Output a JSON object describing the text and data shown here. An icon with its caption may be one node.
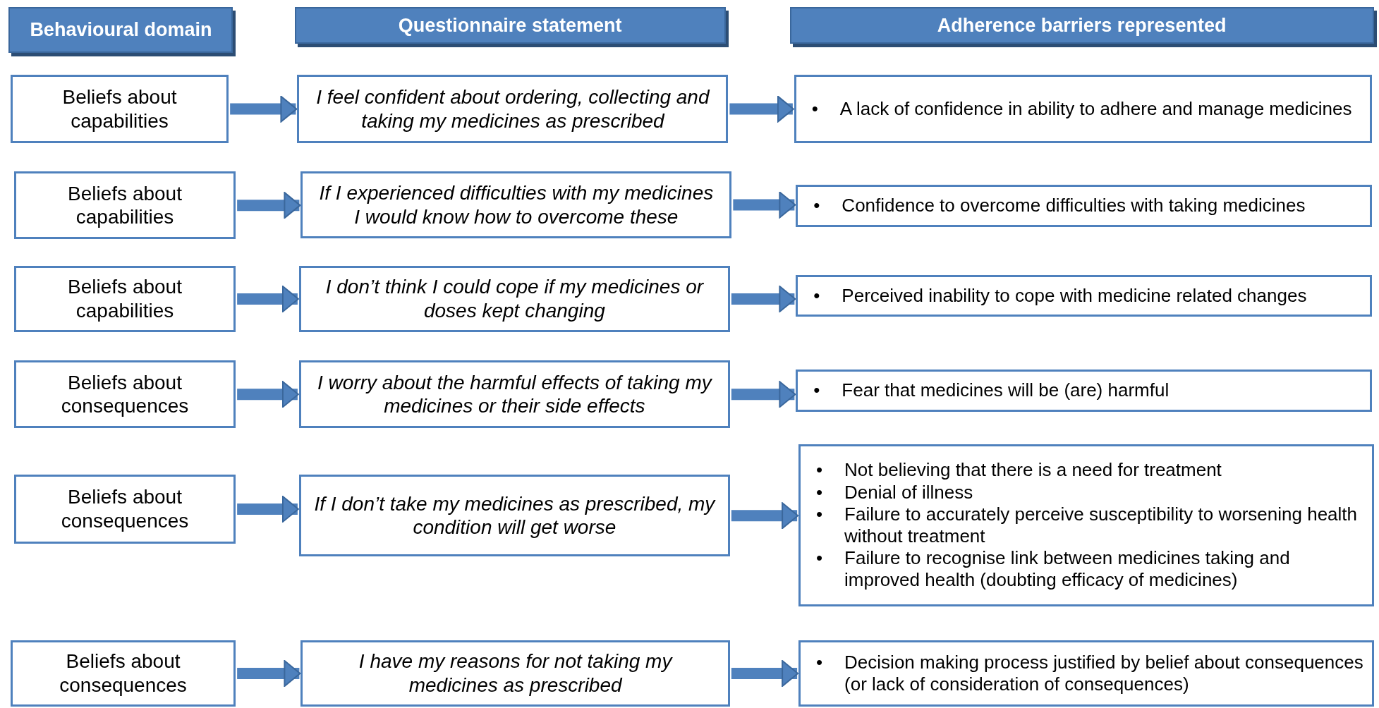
{
  "diagram": {
    "nodes": [
      {
        "text": [
          "Behavioural domain"
        ]
      },
      {
        "text": [
          "Questionnaire statement"
        ]
      },
      {
        "text": [
          "Adherence barriers represented"
        ]
      },
      {
        "text": [
          "Beliefs about capabilities"
        ]
      },
      {
        "text": [
          "I feel confident about ordering, collecting and taking my medicines as prescribed"
        ]
      },
      {
        "text": [
          "• A lack of confidence in ability to adhere and manage medicines"
        ]
      },
      {
        "text": [
          "Beliefs about capabilities"
        ]
      },
      {
        "text": [
          "If I experienced difficulties with my medicines I would know how to overcome these"
        ]
      },
      {
        "text": [
          "• Confidence to overcome difficulties with taking medicines"
        ]
      },
      {
        "text": [
          "Beliefs about capabilities"
        ]
      },
      {
        "text": [
          "I don’t think I could cope if my medicines or doses kept changing"
        ]
      },
      {
        "text": [
          "• Perceived inability to cope with medicine related changes"
        ]
      },
      {
        "text": [
          "Beliefs about consequences"
        ]
      },
      {
        "text": [
          "I worry about the harmful effects of taking my medicines or their side effects"
        ]
      },
      {
        "text": [
          "• Fear that medicines will be (are) harmful"
        ]
      },
      {
        "text": [
          "Beliefs about consequences"
        ]
      },
      {
        "text": [
          "If I don’t take my medicines as prescribed, my condition will get worse"
        ]
      },
      {
        "text": [
          "• Not believing that there is a need for treatment",
          "• Denial of illness",
          "• Failure to accurately perceive susceptibility to worsening health without treatment",
          "• Failure to recognise link between medicines taking and improved health (doubting efficacy of medicines)"
        ]
      },
      {
        "text": [
          "Beliefs about consequences"
        ]
      },
      {
        "text": [
          "I have my reasons for not taking my medicines as prescribed"
        ]
      },
      {
        "text": [
          "• Decision making process justified by belief about consequences (or lack of consideration of consequences)"
        ]
      }
    ],
    "edges": [
      {
        "from": 3,
        "to": 4,
        "arrow": "to"
      },
      {
        "from": 4,
        "to": 5,
        "arrow": "to"
      },
      {
        "from": 6,
        "to": 7,
        "arrow": "to"
      },
      {
        "from": 7,
        "to": 8,
        "arrow": "to"
      },
      {
        "from": 9,
        "to": 10,
        "arrow": "to"
      },
      {
        "from": 10,
        "to": 11,
        "arrow": "to"
      },
      {
        "from": 12,
        "to": 13,
        "arrow": "to"
      },
      {
        "from": 13,
        "to": 14,
        "arrow": "to"
      },
      {
        "from": 15,
        "to": 16,
        "arrow": "to"
      },
      {
        "from": 16,
        "to": 17,
        "arrow": "to"
      },
      {
        "from": 18,
        "to": 19,
        "arrow": "to"
      },
      {
        "from": 19,
        "to": 20,
        "arrow": "to"
      }
    ]
  }
}
